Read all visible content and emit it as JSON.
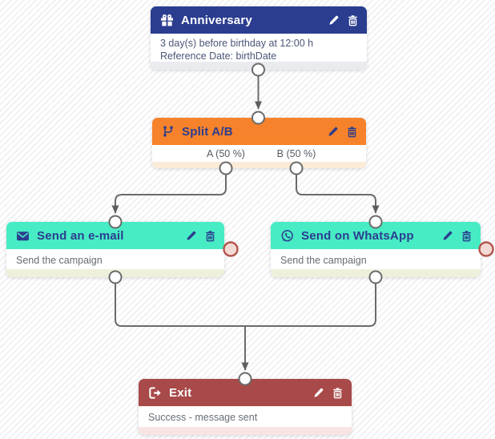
{
  "diagram": {
    "nodes": [
      {
        "id": "anniversary",
        "title": "Anniversary",
        "icon": "gift-icon",
        "header_color": "#2b3d8f",
        "header_text_color": "#ffffff",
        "footer_color": "#e9ebef",
        "body_lines": [
          "3 day(s) before birthday at 12:00 h",
          "Reference Date: birthDate"
        ],
        "actions": [
          "edit",
          "delete"
        ]
      },
      {
        "id": "split-ab",
        "title": "Split A/B",
        "icon": "split-branch-icon",
        "header_color": "#f6822b",
        "header_text_color": "#2b3d8f",
        "footer_color": "#fbecd9",
        "branch_labels": [
          "A (50 %)",
          "B (50 %)"
        ],
        "actions": [
          "edit",
          "delete"
        ]
      },
      {
        "id": "send-email",
        "title": "Send an e-mail",
        "icon": "envelope-icon",
        "header_color": "#47ecc4",
        "header_text_color": "#2b3d8f",
        "footer_color": "#eff0dc",
        "body_lines": [
          "Send the campaign"
        ],
        "actions": [
          "edit",
          "delete"
        ]
      },
      {
        "id": "send-whatsapp",
        "title": "Send on WhatsApp",
        "icon": "whatsapp-icon",
        "header_color": "#47ecc4",
        "header_text_color": "#2b3d8f",
        "footer_color": "#eff0dc",
        "body_lines": [
          "Send the campaign"
        ],
        "actions": [
          "edit",
          "delete"
        ]
      },
      {
        "id": "exit",
        "title": "Exit",
        "icon": "sign-out-icon",
        "header_color": "#a84a49",
        "header_text_color": "#ffffff",
        "footer_color": "#f8e4e3",
        "body_lines": [
          "Success - message sent"
        ],
        "actions": [
          "edit",
          "delete"
        ]
      }
    ],
    "connector_colors": {
      "line": "#6b6b6b",
      "dot_fill": "#ffffff",
      "dot_border": "#6b6b6b",
      "error_dot_fill": "#f4dad4",
      "error_dot_border": "#b3564d"
    }
  }
}
